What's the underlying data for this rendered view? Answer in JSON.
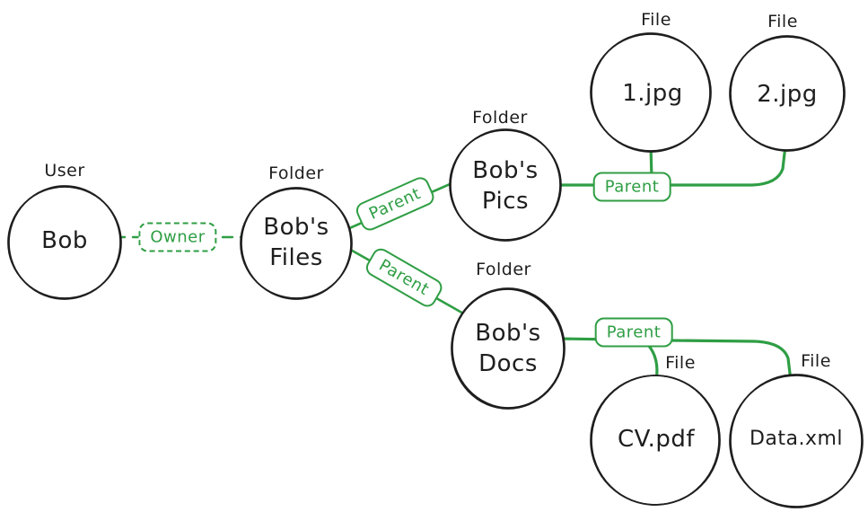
{
  "diagram": {
    "description": "Hand-drawn graph of users, folders and files connected by Owner and Parent relationships",
    "colors": {
      "relationship_green": "#2f9e44",
      "node_stroke": "#1e1e1e",
      "background": "#ffffff"
    },
    "nodes": {
      "bob": {
        "type": "User",
        "text": "Bob"
      },
      "bobs_files": {
        "type": "Folder",
        "line1": "Bob's",
        "line2": "Files"
      },
      "bobs_pics": {
        "type": "Folder",
        "line1": "Bob's",
        "line2": "Pics"
      },
      "bobs_docs": {
        "type": "Folder",
        "line1": "Bob's",
        "line2": "Docs"
      },
      "file_1jpg": {
        "type": "File",
        "text": "1.jpg"
      },
      "file_2jpg": {
        "type": "File",
        "text": "2.jpg"
      },
      "file_cvpdf": {
        "type": "File",
        "text": "CV.pdf"
      },
      "file_dataxml": {
        "type": "File",
        "text": "Data.xml"
      }
    },
    "edges": [
      {
        "from": "Bob",
        "to": "Bob's Files",
        "label": "Owner",
        "style": "dashed"
      },
      {
        "from": "Bob's Files",
        "to": "Bob's Pics",
        "label": "Parent",
        "style": "solid"
      },
      {
        "from": "Bob's Files",
        "to": "Bob's Docs",
        "label": "Parent",
        "style": "solid"
      },
      {
        "from": "Bob's Pics",
        "to": "1.jpg, 2.jpg",
        "label": "Parent",
        "style": "solid"
      },
      {
        "from": "Bob's Docs",
        "to": "CV.pdf, Data.xml",
        "label": "Parent",
        "style": "solid"
      }
    ]
  }
}
